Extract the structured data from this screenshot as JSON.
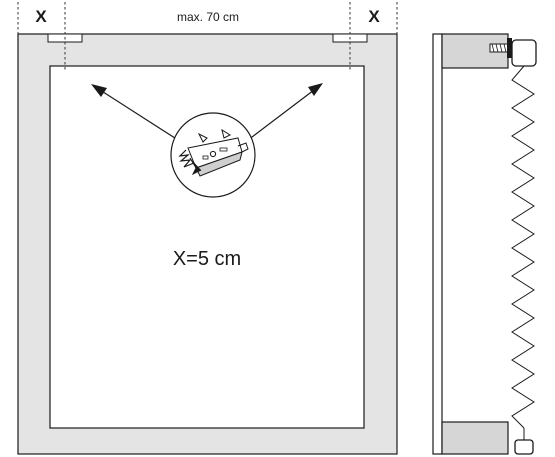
{
  "labels": {
    "x_left": "X",
    "x_right": "X",
    "max_width": "max. 70 cm",
    "x_value": "X=5 cm"
  },
  "icons": {
    "clip": "mounting-clip-icon",
    "screw": "screw-icon",
    "pleat": "pleated-fabric-icon"
  },
  "colors": {
    "frame": "#e4e4e4",
    "side_frame": "#d6d6d6",
    "ink": "#1a1a1a"
  }
}
